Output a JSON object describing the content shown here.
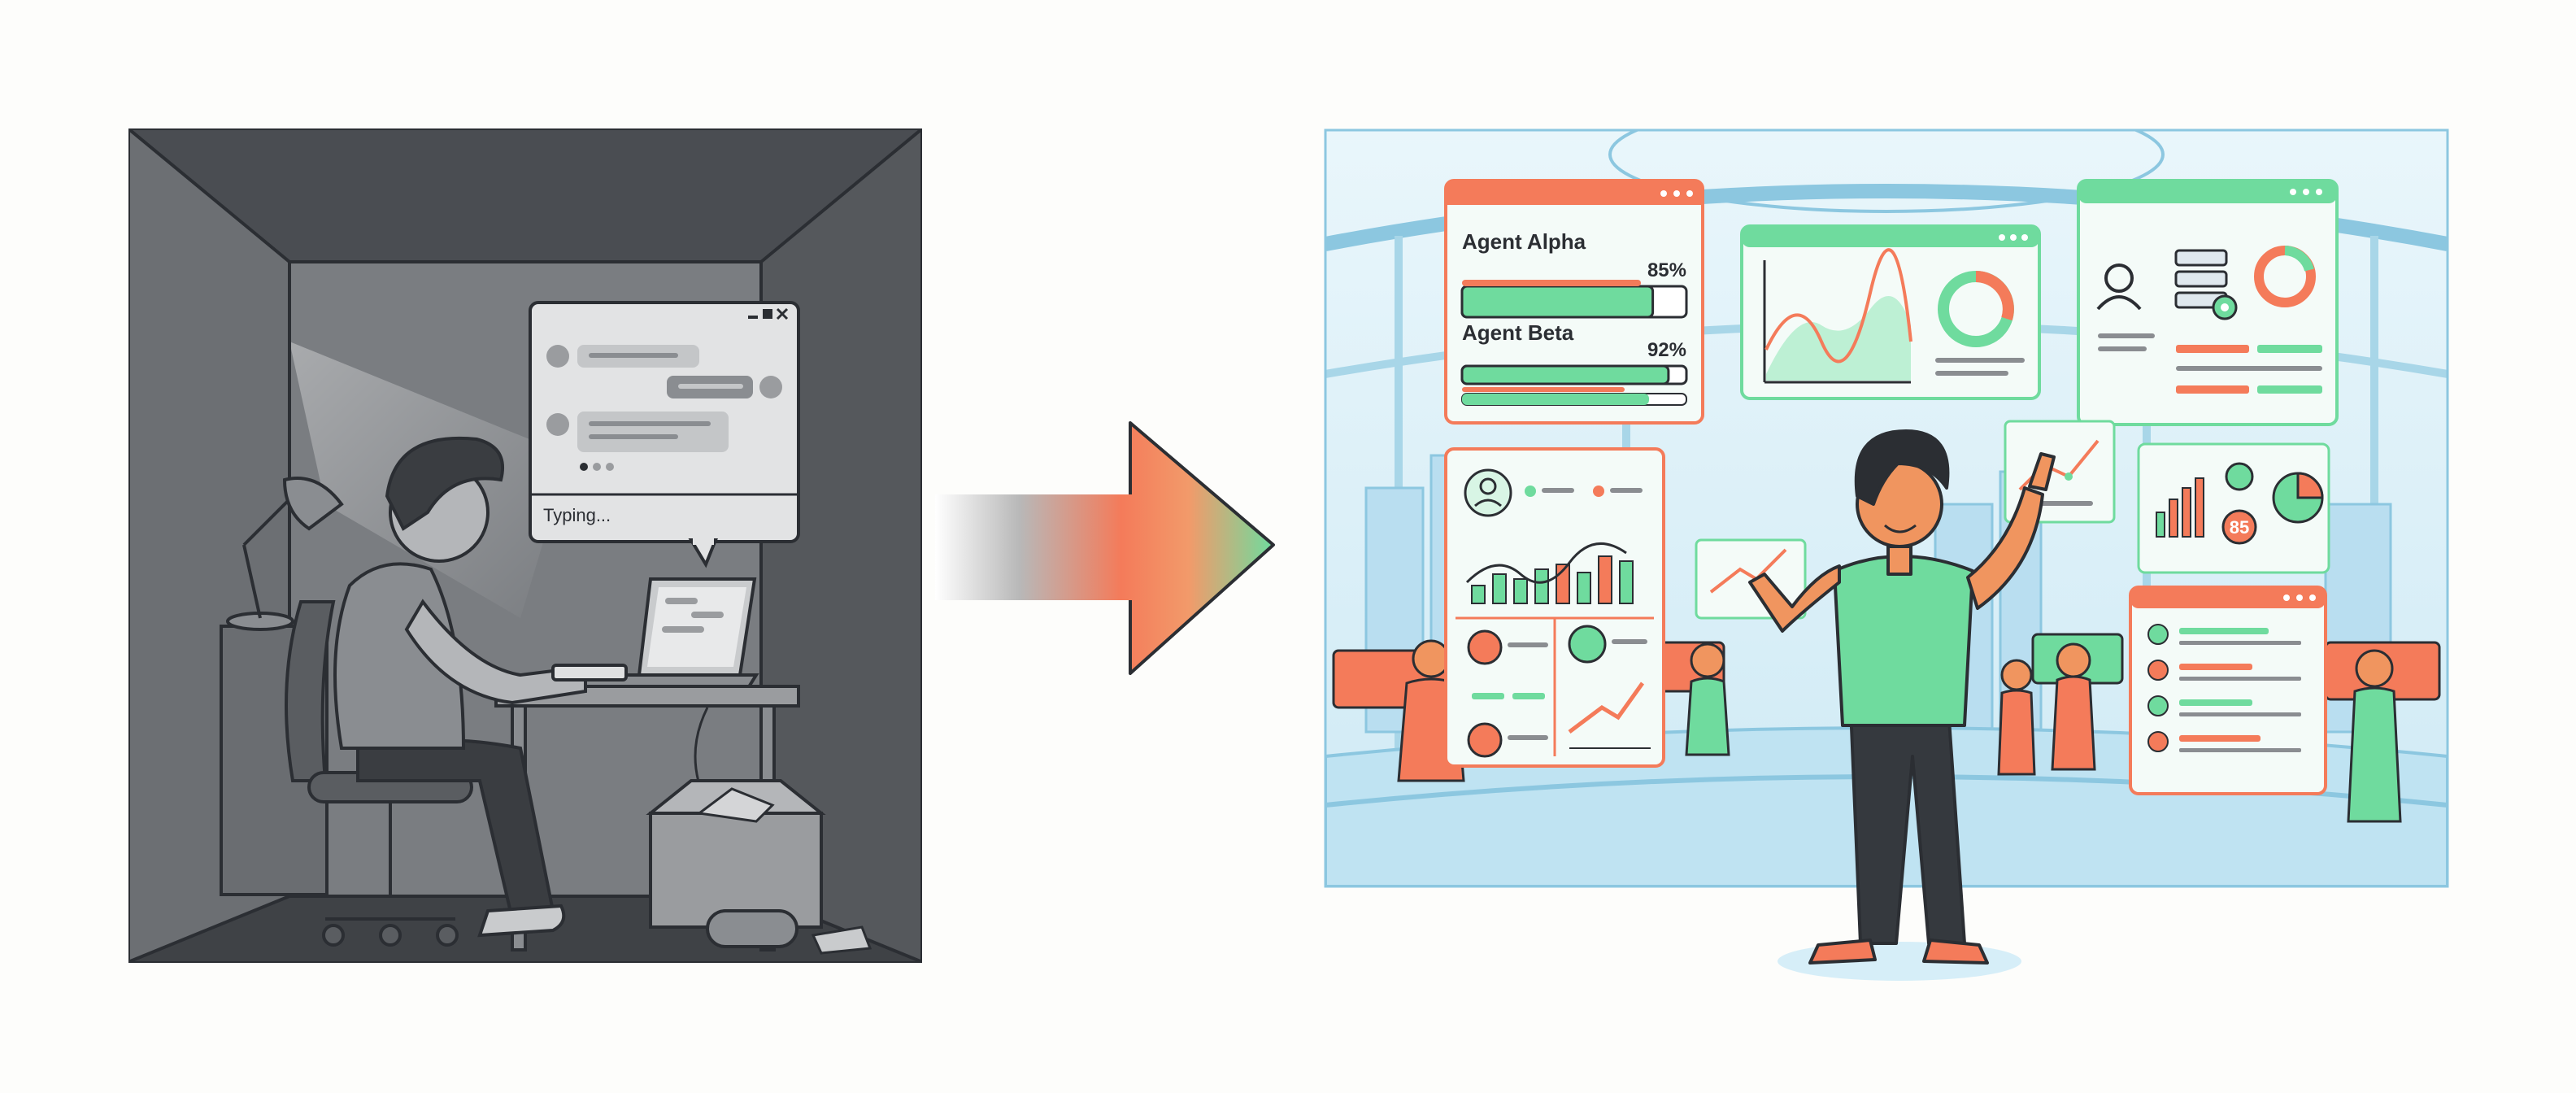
{
  "colors": {
    "background": "#fdfdfb",
    "outline": "#2b2e33",
    "gray_dark": "#4a4d52",
    "gray_mid": "#8a8d91",
    "gray_light": "#c9cbcd",
    "coral": "#f47b5a",
    "mint": "#6fdb9e",
    "sky": "#d6eef8",
    "skin": "#f0955f"
  },
  "left_panel": {
    "chat_window": {
      "controls": [
        "minimize-icon",
        "maximize-icon",
        "close-icon"
      ],
      "status_text": "Typing..."
    }
  },
  "right_panel": {
    "agents": [
      {
        "name": "Agent Alpha",
        "percent": "85%",
        "progress": 0.85
      },
      {
        "name": "Agent Beta",
        "percent": "92%",
        "progress": 0.92
      }
    ],
    "score_badge": "85"
  }
}
